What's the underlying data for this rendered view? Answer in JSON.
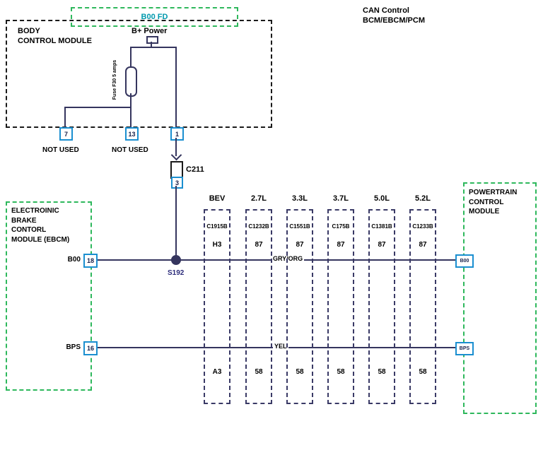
{
  "header": {
    "line1": "CAN Control",
    "line2": "BCM/EBCM/PCM"
  },
  "bcm": {
    "title1": "BODY",
    "title2": "CONTROL MODULE",
    "b00fd_label": "B00 FD",
    "bpower_label": "B+ Power",
    "fuse_label": "Fuse F30 5 amps",
    "pin7": "7",
    "pin13": "13",
    "pin1": "1",
    "not_used_7": "NOT USED",
    "not_used_13": "NOT USED"
  },
  "inline_connector": {
    "label": "C211",
    "pin": "3"
  },
  "splice": {
    "label": "S192"
  },
  "wires": {
    "upper": "GRY/ORG",
    "lower": "YEL"
  },
  "ebcm": {
    "title1": "ELECTROINIC",
    "title2": "BRAKE",
    "title3": "CONTORL",
    "title4": "MODULE (EBCM)",
    "pin_b00_name": "B00",
    "pin_b00_num": "18",
    "pin_bps_name": "BPS",
    "pin_bps_num": "16"
  },
  "pcm": {
    "title1": "POWERTRAIN",
    "title2": "CONTROL",
    "title3": "MODULE",
    "pin_b00": "B00",
    "pin_bps": "BPS"
  },
  "connectors": [
    {
      "engine": "BEV",
      "name": "C1915B",
      "top_pin": "H3",
      "bottom_pin": "A3"
    },
    {
      "engine": "2.7L",
      "name": "C1232B",
      "top_pin": "87",
      "bottom_pin": "58"
    },
    {
      "engine": "3.3L",
      "name": "C1551B",
      "top_pin": "87",
      "bottom_pin": "58"
    },
    {
      "engine": "3.7L",
      "name": "C175B",
      "top_pin": "87",
      "bottom_pin": "58"
    },
    {
      "engine": "5.0L",
      "name": "C1381B",
      "top_pin": "87",
      "bottom_pin": "58"
    },
    {
      "engine": "5.2L",
      "name": "C1233B",
      "top_pin": "87",
      "bottom_pin": "58"
    }
  ],
  "colors": {
    "wire": "#35355e",
    "pin_border": "#1b8fd0",
    "module_green": "#2eb85c",
    "connector_navy": "#3a3a66",
    "b00fd_teal": "#0099ad",
    "splice_label": "#2b2b7a"
  }
}
